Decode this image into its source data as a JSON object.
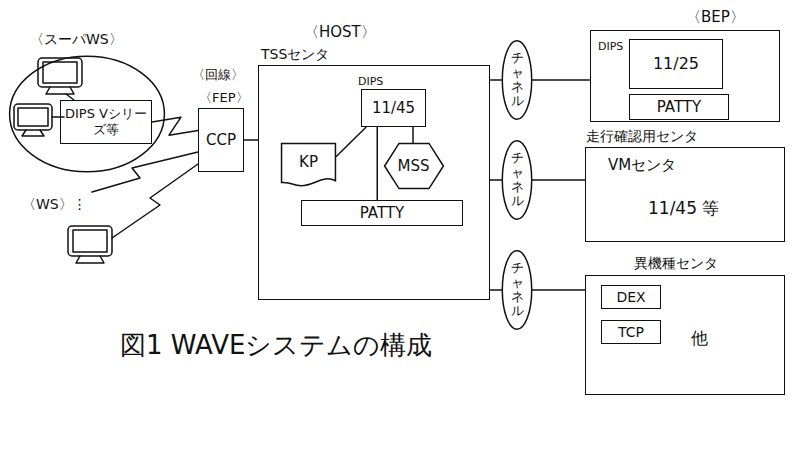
{
  "diagram": {
    "caption": "図1 WAVEシステムの構成",
    "nodes": [
      {
        "text": [
          "〈スーパWS〉"
        ]
      },
      {
        "text": [
          "DIPS Vシリーズ等"
        ],
        "in": 0
      },
      {
        "text": [
          "〈FEP〉",
          "CCP"
        ]
      },
      {
        "text": [
          "〈HOST〉",
          "TSSセンタ"
        ]
      },
      {
        "text": [
          "DIPS",
          "11/45"
        ],
        "in": 3
      },
      {
        "text": [
          "KP"
        ],
        "in": 3
      },
      {
        "text": [
          "MSS"
        ],
        "in": 3
      },
      {
        "text": [
          "PATTY"
        ],
        "in": 3
      },
      {
        "text": [
          "チャネル"
        ]
      },
      {
        "text": [
          "チャネル"
        ]
      },
      {
        "text": [
          "チャネル"
        ]
      },
      {
        "text": [
          "〈BEP〉"
        ]
      },
      {
        "text": [
          "DIPS",
          "11/25"
        ],
        "in": 11
      },
      {
        "text": [
          "PATTY"
        ],
        "in": 11
      },
      {
        "text": [
          "走行確認用センタ",
          "VMセンタ",
          "11/45 等"
        ]
      },
      {
        "text": [
          "異機種センタ",
          "他"
        ]
      },
      {
        "text": [
          "DEX"
        ],
        "in": 15
      },
      {
        "text": [
          "TCP"
        ],
        "in": 15
      }
    ],
    "edges": [
      {
        "from": 1,
        "to": 2,
        "arrow": "none"
      },
      {
        "from": 2,
        "to": 3,
        "arrow": "none"
      },
      {
        "from": 4,
        "to": 5,
        "arrow": "none"
      },
      {
        "from": 4,
        "to": 6,
        "arrow": "none"
      },
      {
        "from": 4,
        "to": 7,
        "arrow": "none"
      },
      {
        "from": 3,
        "to": 8,
        "arrow": "none"
      },
      {
        "from": 8,
        "to": 11,
        "arrow": "none"
      },
      {
        "from": 3,
        "to": 9,
        "arrow": "none"
      },
      {
        "from": 9,
        "to": 14,
        "arrow": "none"
      },
      {
        "from": 3,
        "to": 10,
        "arrow": "none"
      },
      {
        "from": 10,
        "to": 15,
        "arrow": "none"
      }
    ],
    "labels": [
      "〈回線〉",
      "〈WS〉⋮"
    ]
  }
}
